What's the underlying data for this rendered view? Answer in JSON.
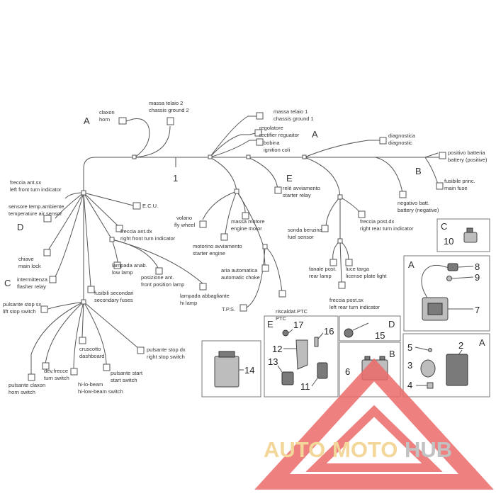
{
  "diagram": {
    "section_letters": {
      "a1": "A",
      "a2": "A",
      "b": "B",
      "c": "C",
      "d": "D",
      "e": "E"
    },
    "harness_number": "1",
    "labels": {
      "claxon_it": "claxon",
      "claxon_en": "horn",
      "massa_telaio2_it": "massa telaio 2",
      "massa_telaio2_en": "chassis ground 2",
      "massa_telaio1_it": "massa telaio 1",
      "massa_telaio1_en": "chassis ground 1",
      "regolatore_it": "regolatore",
      "regolatore_en": "rectifier reguaitor",
      "bobina_it": "bobina",
      "bobina_en": "ignition coli",
      "diagnostica_it": "diagnostica",
      "diagnostica_en": "diagnostic",
      "positivo_it": "positivo batteria",
      "positivo_en": "battery (positive)",
      "fusibile_princ_it": "fusibile princ.",
      "fusibile_princ_en": "main fuse",
      "negativo_it": "negativo batt.",
      "negativo_en": "battery (negative)",
      "freccia_ant_sx_it": "freccia ant.sx",
      "freccia_ant_sx_en": "left front turn indicator",
      "sensore_temp_it": "sensore temp.ambiente",
      "sensore_temp_en": "temperature air sensor",
      "ecu": "E.C.U.",
      "freccia_ant_dx_it": "freccia ant.dx",
      "freccia_ant_dx_en": "right front turn indicator",
      "chiave_it": "chiave",
      "chiave_en": "main lock",
      "intermittenza_it": "intermittenza",
      "intermittenza_en": "flasher relay",
      "lampada_anab_it": "lampada anab.",
      "lampada_anab_en": "low lamp",
      "posizione_ant_it": "posizione ant.",
      "posizione_ant_en": "front position lamp",
      "fusibili_sec_it": "fusibili secondari",
      "fusibili_sec_en": "secondary fuses",
      "lampada_abb_it": "lampada abbagliante",
      "lampada_abb_en": "hi lamp",
      "rele_it": "relè avviamento",
      "rele_en": "starter relay",
      "volano_it": "volano",
      "volano_en": "fly wheel",
      "massa_motore_it": "massa motore",
      "massa_motore_en": "engine motor",
      "motorino_it": "motorino avviamento",
      "motorino_en": "starter engine",
      "aria_auto_it": "aria automatica",
      "aria_auto_en": "automatic choke",
      "riscaldat_it": "riscaldat.PTC",
      "riscaldat_en": "PTC",
      "tps": "T.P.S.",
      "sonda_it": "sonda benzina",
      "sonda_en": "fuel sensor",
      "freccia_post_dx_it": "freccia post.dx",
      "freccia_post_dx_en": "right rear turn indicator",
      "fanale_post_it": "fanale post.",
      "fanale_post_en": "rear lamp",
      "luce_targa_it": "luce targa",
      "luce_targa_en": "license plate light",
      "freccia_post_sx_it": "freccia post.sx",
      "freccia_post_sx_en": "left rear turn indicator",
      "pulsante_stop_sx_it": "pulsante stop sx",
      "pulsante_stop_sx_en": "lift stop switch",
      "cruscotto_it": "cruscotto",
      "cruscotto_en": "dashboard",
      "pulsante_stop_dx_it": "pulsante stop dx",
      "pulsante_stop_dx_en": "right stop switch",
      "dev_frecce_it": "dev.frecce",
      "dev_frecce_en": "turn switch",
      "pulsante_start_it": "pulsante start",
      "pulsante_start_en": "start switch",
      "pulsante_claxon_it": "pulsante claxon",
      "pulsante_claxon_en": "horn switch",
      "hi_lo_beam_it": "hi-lo-beam",
      "hi_lo_beam_en": "hi-low-beam switch"
    },
    "inset_letters": {
      "c": "C",
      "a": "A",
      "e": "E",
      "d": "D",
      "b": "B",
      "a2": "A"
    },
    "part_numbers": [
      "2",
      "3",
      "4",
      "5",
      "6",
      "7",
      "8",
      "9",
      "10",
      "11",
      "12",
      "13",
      "14",
      "15",
      "16",
      "17"
    ]
  },
  "watermark": {
    "text_auto": "AUTO",
    "text_moto": "MOTO",
    "text_hub": "HUB"
  },
  "colors": {
    "watermark_red": "#ec6a6a",
    "watermark_gold": "#f1cf88",
    "line": "#555555"
  }
}
